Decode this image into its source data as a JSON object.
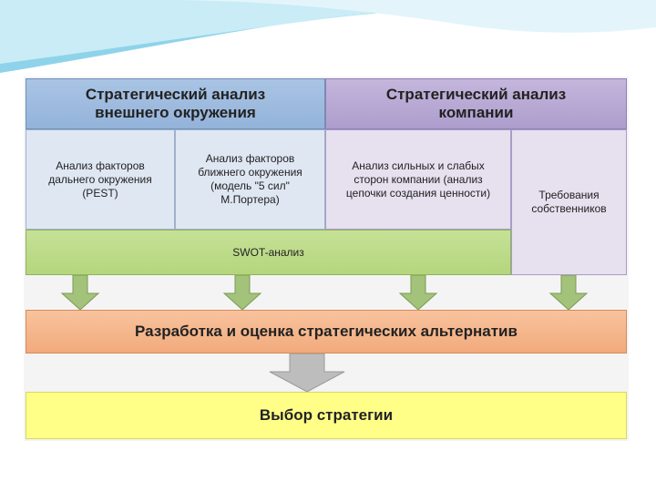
{
  "diagram": {
    "header_external": "Стратегический анализ\nвнешнего окружения",
    "header_company": "Стратегический анализ\nкомпании",
    "blocks": {
      "far_environment": "Анализ факторов\nдальнего окружения\n(PEST)",
      "near_environment": "Анализ факторов\nближнего окружения\n(модель \"5 сил\"\nМ.Портера)",
      "strengths_weaknesses": "Анализ сильных и слабых\nсторон компании (анализ\nцепочки создания ценности)",
      "owners_requirements": "Требования\nсобственников",
      "swot": "SWOT-анализ"
    },
    "development": "Разработка и оценка стратегических альтернатив",
    "choice": "Выбор стратегии"
  },
  "colors": {
    "external_header": "#9fbbe0",
    "company_header": "#b9a9d5",
    "swot": "#bcdc88",
    "development": "#f5b68c",
    "choice": "#ffff88",
    "arrow": "#a3c27a"
  }
}
